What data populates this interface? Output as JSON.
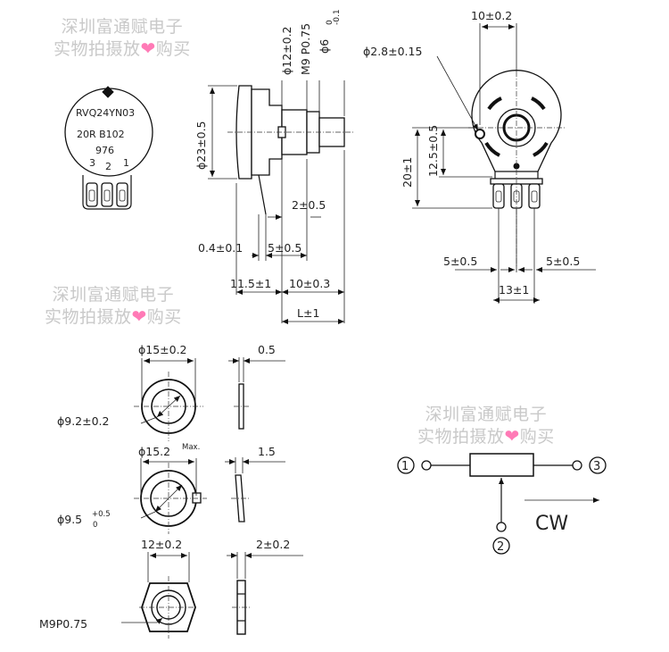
{
  "watermark": {
    "line1": "深圳富通赋电子",
    "line2_before": "实物拍摄放",
    "heart": "❤",
    "line2_after": "购买"
  },
  "part_label": {
    "model": "RVQ24YN03",
    "code": "20R  B102",
    "lot": "976",
    "pins": [
      "3",
      "2",
      "1"
    ]
  },
  "side_view": {
    "d12": "ϕ12±0.2",
    "thread": "M9 P0.75",
    "d6": "ϕ6",
    "d6_tol": "-0.1",
    "d6_tol_top": "0",
    "d23": "ϕ23±0.5",
    "gap2": "2±0.5",
    "t04": "0.4±0.1",
    "t5": "5±0.5",
    "t115": "11.5±1",
    "t10": "10±0.3",
    "L": "L±1"
  },
  "rear_view": {
    "w10": "10±0.2",
    "hole": "ϕ2.8±0.15",
    "h20": "20±1",
    "h125": "12.5±0.5",
    "p5_left": "5±0.5",
    "p5_right": "5±0.5",
    "p13": "13±1"
  },
  "washer1": {
    "od": "ϕ15±0.2",
    "id": "ϕ9.2±0.2",
    "t": "0.5"
  },
  "washer2": {
    "od": "ϕ15.2",
    "od_sup": "Max.",
    "id": "ϕ9.5",
    "id_sup": "+0.5",
    "id_sub": "0",
    "t": "1.5"
  },
  "nut": {
    "w": "12±0.2",
    "t": "2±0.2",
    "thread": "M9P0.75"
  },
  "schematic": {
    "pin1": "1",
    "pin2": "2",
    "pin3": "3",
    "cw": "CW"
  }
}
